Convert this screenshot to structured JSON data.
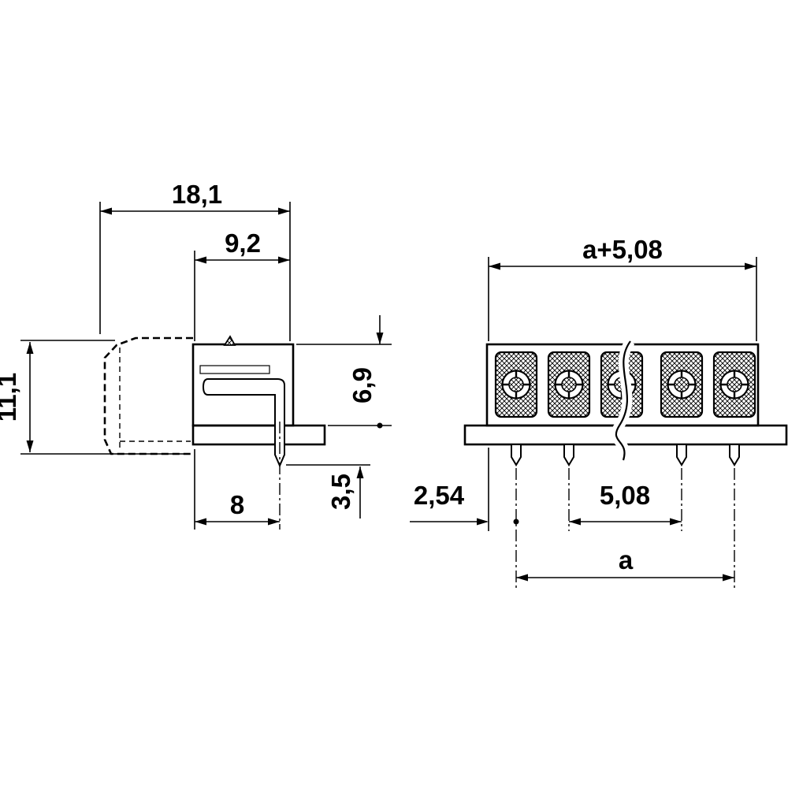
{
  "drawing": {
    "kind": "connector-dimensional-drawing",
    "side_view": {
      "dim_total_depth": "18,1",
      "dim_housing_depth": "9,2",
      "dim_total_height": "11,1",
      "dim_height_above_board": "6,9",
      "dim_pin_protrusion": "3,5",
      "dim_base_depth": "8"
    },
    "front_view": {
      "dim_overall_length": "a+5,08",
      "dim_end_offset": "2,54",
      "dim_pitch": "5,08",
      "dim_contact_span": "a"
    },
    "colors": {
      "ink": "#000000",
      "paper": "#ffffff"
    }
  }
}
